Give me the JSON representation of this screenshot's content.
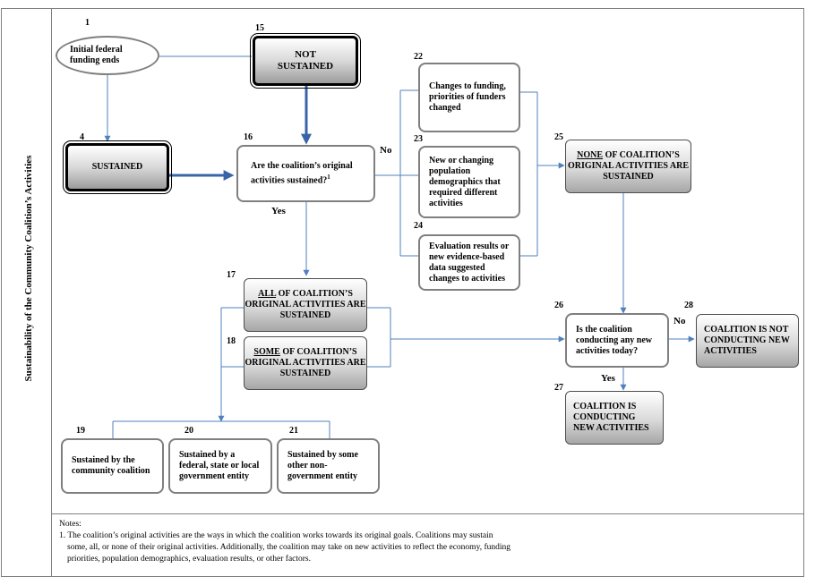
{
  "sidebar_title": "Sustainability of the Community Coalition’s Activities",
  "nodes": {
    "n1": {
      "num": "1",
      "text": "Initial federal funding ends"
    },
    "n15": {
      "num": "15",
      "text": "NOT SUSTAINED"
    },
    "n4": {
      "num": "4",
      "text": "SUSTAINED"
    },
    "n16": {
      "num": "16",
      "text": "Are the coalition’s original activities sustained?",
      "footnote": "1"
    },
    "n22": {
      "num": "22",
      "text": "Changes to funding, priorities of funders changed"
    },
    "n23": {
      "num": "23",
      "text": "New or changing population demographics that required different activities"
    },
    "n24": {
      "num": "24",
      "text": "Evaluation results or new evidence-based data suggested changes to activities"
    },
    "n25": {
      "num": "25",
      "emph": "NONE",
      "text": " OF COALITION’S ORIGINAL  ACTIVITIES ARE SUSTAINED"
    },
    "n17": {
      "num": "17",
      "emph": "ALL",
      "text": " OF COALITION’S ORIGINAL  ACTIVITIES ARE SUSTAINED"
    },
    "n18": {
      "num": "18",
      "emph": "SOME",
      "text": " OF COALITION’S ORIGINAL  ACTIVITIES ARE SUSTAINED"
    },
    "n26": {
      "num": "26",
      "text": "Is the coalition conducting  any new activities today?"
    },
    "n28": {
      "num": "28",
      "text": "COALITION IS NOT CONDUCTING NEW ACTIVITIES"
    },
    "n27": {
      "num": "27",
      "text": "COALITION IS CONDUCTING NEW ACTIVITIES"
    },
    "n19": {
      "num": "19",
      "text": "Sustained by the community coalition"
    },
    "n20": {
      "num": "20",
      "text": "Sustained by a federal, state or local government entity"
    },
    "n21": {
      "num": "21",
      "text": "Sustained by some other non-government entity"
    }
  },
  "edge_labels": {
    "no_16": "No",
    "yes_16": "Yes",
    "no_26": "No",
    "yes_26": "Yes"
  },
  "notes": {
    "heading": "Notes:",
    "line1": "1. The coalition’s original activities are the ways in which the coalition works towards its original goals.   Coalitions may sustain",
    "line2": "some, all, or none of their original activities. Additionally, the coalition may take on new activities to reflect the economy, funding",
    "line3": "priorities,  population demographics, evaluation results, or other factors."
  },
  "colors": {
    "connector": "#4f81bd",
    "heavy_arrow": "#3a64a8",
    "frame": "#808080"
  }
}
